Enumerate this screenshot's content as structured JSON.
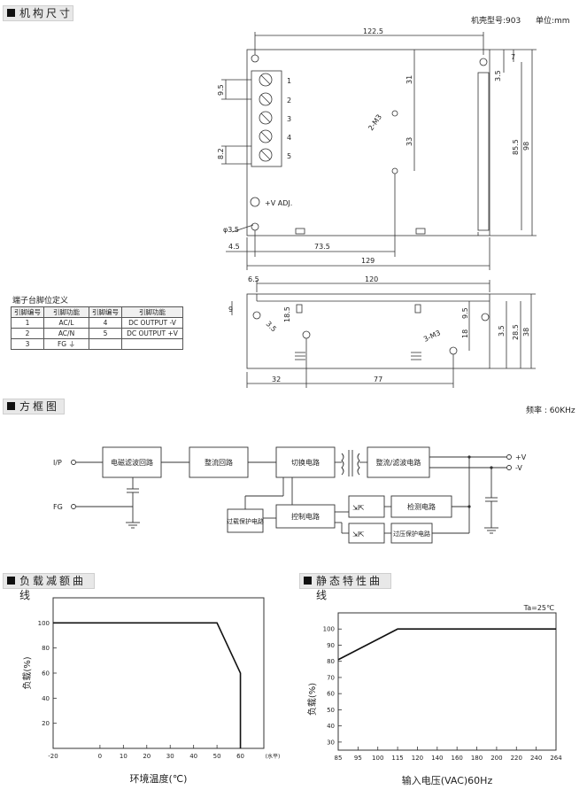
{
  "sections": {
    "mech": "机构尺寸",
    "block": "方框图",
    "derating": "负载减额曲线",
    "static": "静态特性曲线"
  },
  "mech_header": {
    "case": "机壳型号:903",
    "unit": "单位:mm"
  },
  "top_view": {
    "d_top": "122.5",
    "d_7": "7",
    "d_35a": "3.5",
    "d_855": "85.5",
    "d_98": "98",
    "d_31": "31",
    "d_33": "33",
    "d_m3": "2-M3",
    "d_95": "9.5",
    "d_82": "8.2",
    "pins": [
      "1",
      "2",
      "3",
      "4",
      "5"
    ],
    "vadj": "+V ADJ.",
    "d_phi": "φ3.5",
    "d_45": "4.5",
    "d_735": "73.5",
    "d_129": "129"
  },
  "side_view": {
    "d_65": "6.5",
    "d_120": "120",
    "d_9": "9",
    "d_185": "18.5",
    "d_35": "3.5",
    "d_m3": "3-M3",
    "d_95": "9.5",
    "d_18": "18",
    "d_35b": "3.5",
    "d_285": "28.5",
    "d_38": "38",
    "d_32": "32",
    "d_77": "77"
  },
  "pin_table": {
    "title": "端子台脚位定义",
    "headers": [
      "引脚编号",
      "引脚功能",
      "引脚编号",
      "引脚功能"
    ],
    "rows": [
      [
        "1",
        "AC/L",
        "4",
        "DC OUTPUT -V"
      ],
      [
        "2",
        "AC/N",
        "5",
        "DC OUTPUT +V"
      ],
      [
        "3",
        "FG ⏚",
        "",
        ""
      ]
    ]
  },
  "block_diagram": {
    "freq": "频率 : 60KHz",
    "ip": "I/P",
    "fg": "FG",
    "emi": "电磁滤波回路",
    "rect": "整流回路",
    "switch": "切换电路",
    "out_rect": "整流/滤波电路",
    "ocp": "过载保护电路",
    "ctrl": "控制电路",
    "detect": "检测电路",
    "ovp": "过压保护电路",
    "pv": "+V",
    "nv": "-V"
  },
  "chart_data": [
    {
      "type": "line",
      "title": "",
      "xlabel": "环境温度(℃)",
      "ylabel": "负载(%)",
      "x_unit": "(水平)",
      "x_ticks": [
        "-20",
        "0",
        "10",
        "20",
        "30",
        "40",
        "50",
        "60"
      ],
      "y_ticks": [
        "100",
        "80",
        "60",
        "40",
        "20"
      ],
      "xlim": [
        -20,
        70
      ],
      "ylim": [
        0,
        120
      ],
      "x": [
        -20,
        50,
        60,
        60
      ],
      "y": [
        100,
        100,
        60,
        0
      ]
    },
    {
      "type": "line",
      "title": "",
      "xlabel": "输入电压(VAC)60Hz",
      "ylabel": "负载(%)",
      "annotation": "Ta=25℃",
      "x_ticks": [
        "85",
        "95",
        "100",
        "115",
        "120",
        "140",
        "160",
        "180",
        "200",
        "220",
        "240",
        "264"
      ],
      "y_ticks": [
        "100",
        "90",
        "80",
        "70",
        "60",
        "50",
        "40",
        "30"
      ],
      "ylim": [
        25,
        110
      ],
      "x": [
        85,
        115,
        264
      ],
      "y": [
        81,
        100,
        100
      ]
    }
  ]
}
